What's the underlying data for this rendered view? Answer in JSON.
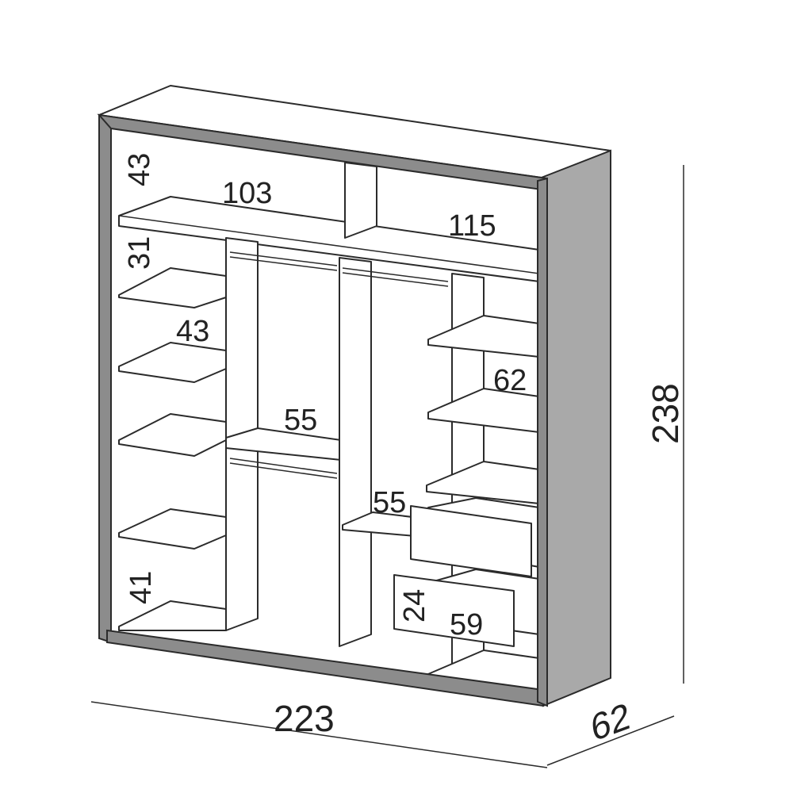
{
  "diagram": {
    "colors": {
      "frame": "#8c8c8c",
      "side_panel": "#a9a9a9",
      "line": "#2b2b2b"
    },
    "dimensions": {
      "width": "223",
      "depth": "62",
      "height": "238"
    },
    "compartment_labels": {
      "top_left_height": "43",
      "top_left_width": "103",
      "top_right_width": "115",
      "left_shelf_spacing": "31",
      "left_shelf_depth": "43",
      "right_shelf_spacing": "62",
      "center_hanging_width": "55",
      "center_right_width": "55",
      "left_bottom_height": "41",
      "drawer_height": "24",
      "drawer_width": "59"
    }
  }
}
